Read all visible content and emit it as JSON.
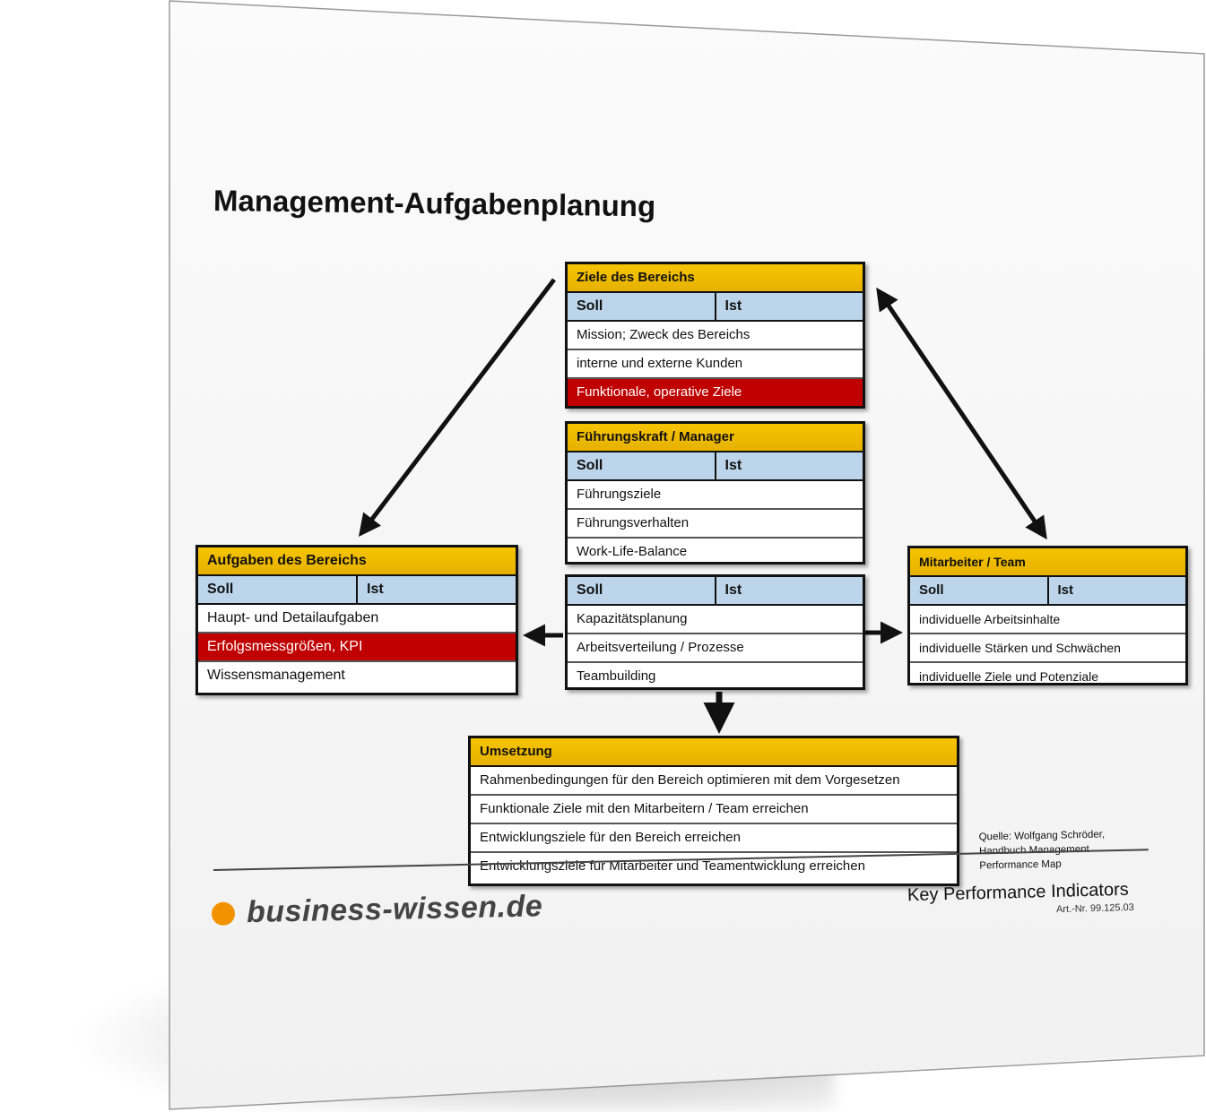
{
  "document": {
    "title": "Management-Aufgabenplanung",
    "source": [
      "Quelle: Wolfgang Schröder,",
      "Handbuch Management",
      "Performance Map"
    ],
    "category": "Key Performance Indicators",
    "article_number": "Art.-Nr. 99.125.03",
    "brand": "business-wissen.de"
  },
  "colors": {
    "header": "#f7c400",
    "column_header": "#bcd5ea",
    "highlight": "#c00000",
    "brand_dot": "#f39200"
  },
  "boxes": {
    "ziele": {
      "title": "Ziele des Bereichs",
      "soll": "Soll",
      "ist": "Ist",
      "rows": [
        "Mission; Zweck des Bereichs",
        "interne und externe Kunden",
        "Funktionale, operative Ziele"
      ]
    },
    "fuehrung": {
      "title": "Führungskraft / Manager",
      "soll": "Soll",
      "ist": "Ist",
      "rows": [
        "Führungsziele",
        "Führungsverhalten",
        "Work-Life-Balance"
      ]
    },
    "kapazitaet": {
      "soll": "Soll",
      "ist": "Ist",
      "rows": [
        "Kapazitätsplanung",
        "Arbeitsverteilung / Prozesse",
        "Teambuilding"
      ]
    },
    "aufgaben": {
      "title": "Aufgaben des Bereichs",
      "soll": "Soll",
      "ist": "Ist",
      "rows": [
        "Haupt- und Detailaufgaben",
        "Erfolgsmessgrößen, KPI",
        "Wissensmanagement"
      ]
    },
    "mitarbeiter": {
      "title": "Mitarbeiter / Team",
      "soll": "Soll",
      "ist": "Ist",
      "rows": [
        "individuelle Arbeitsinhalte",
        "individuelle Stärken und Schwächen",
        "individuelle Ziele und Potenziale"
      ]
    },
    "umsetzung": {
      "title": "Umsetzung",
      "rows": [
        "Rahmenbedingungen für den Bereich optimieren mit dem Vorgesetzen",
        "Funktionale Ziele mit den Mitarbeitern / Team erreichen",
        "Entwicklungsziele für den Bereich erreichen",
        "Entwicklungsziele für Mitarbeiter und Teamentwicklung erreichen"
      ]
    }
  }
}
